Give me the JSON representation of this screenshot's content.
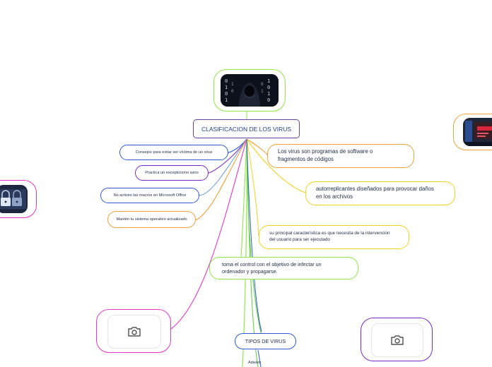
{
  "central": "CLASIFICACION DE LOS VIRUS",
  "left_items": [
    "Consejos para evitar ser víctima de un virus",
    "Practica un escepticismo sano",
    "No actives las macros en Microsoft Office",
    "Mantén tu sistema operativo actualizado"
  ],
  "right_items": [
    "Los virus son programas de software o fragmentos de códigos",
    "autorreplicantes diseñados para provocar daños en los archivos",
    "su principal característica es que necesita de la intervención del usuario para ser ejecutado",
    "toma el control con el objetivo de infectar un ordenador y propagarse."
  ],
  "tipos": "TIPOS DE VIRUS",
  "adware": "Adware",
  "icons": {
    "hacker_image": "hacker-binary-image",
    "lock_image": "padlock-image",
    "screen_image": "alert-screen-image",
    "camera": "camera-icon"
  },
  "colors": {
    "central_border": "#6b3fa8",
    "blue": "#2f5bd6",
    "purple": "#7a28c8",
    "orange": "#f0a13a",
    "yellow": "#f2d21e",
    "green": "#8ee84a",
    "magenta": "#e436c8"
  }
}
